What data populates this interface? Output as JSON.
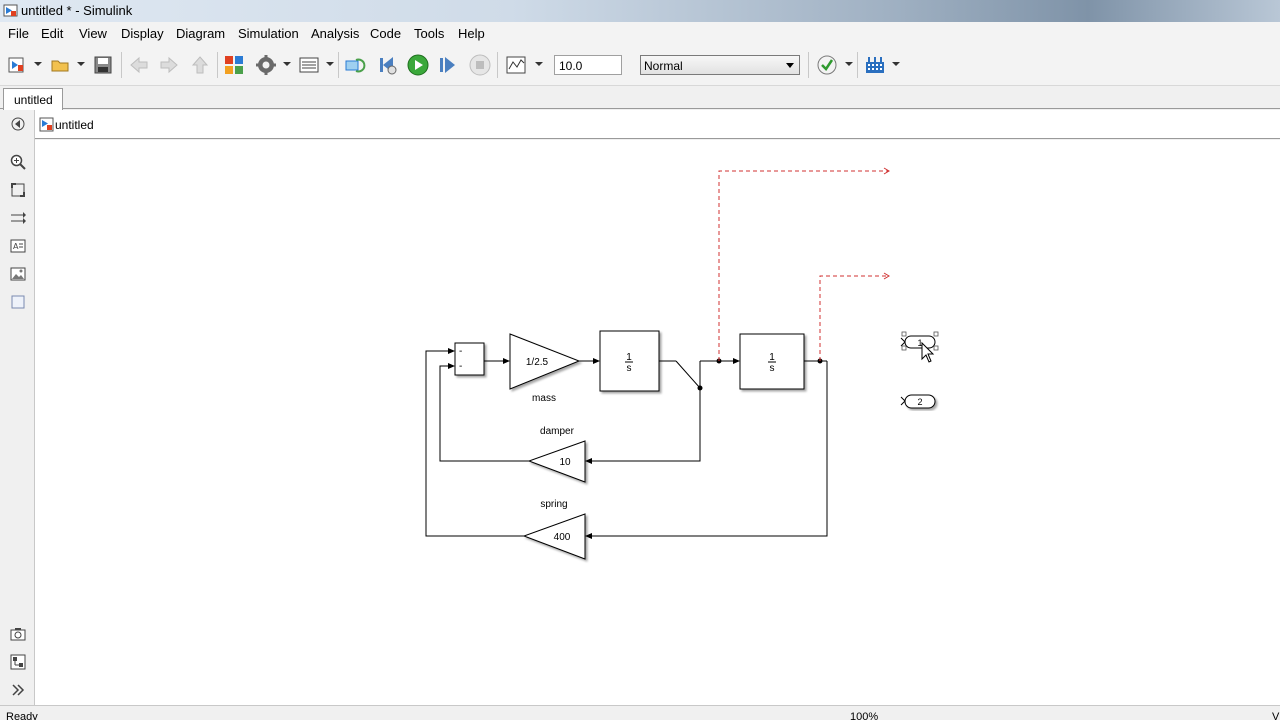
{
  "window": {
    "title": "untitled * - Simulink"
  },
  "menu": [
    "File",
    "Edit",
    "View",
    "Display",
    "Diagram",
    "Simulation",
    "Analysis",
    "Code",
    "Tools",
    "Help"
  ],
  "toolbar": {
    "stop_time": "10.0",
    "sim_mode": "Normal",
    "icons": [
      "new-model-icon",
      "open-folder-icon",
      "save-icon",
      "back-icon",
      "forward-icon",
      "up-icon",
      "library-browser-icon",
      "model-settings-icon",
      "model-explorer-icon",
      "step-back-icon",
      "run-icon",
      "step-forward-icon",
      "stop-icon",
      "record-scope-icon",
      "check-icon",
      "build-icon"
    ]
  },
  "tabs": [
    {
      "label": "untitled"
    }
  ],
  "address": {
    "path": "untitled"
  },
  "diagram": {
    "gain_mass": "1/2.5",
    "label_mass": "mass",
    "integrator_num": "1",
    "integrator_den": "s",
    "label_damper": "damper",
    "gain_damper": "10",
    "label_spring": "spring",
    "gain_spring": "400",
    "sum_sign_1": "-",
    "sum_sign_2": "-",
    "outport_1": "1",
    "outport_2": "2"
  },
  "status": {
    "text": "Ready",
    "zoom": "100%",
    "solver": "V"
  }
}
